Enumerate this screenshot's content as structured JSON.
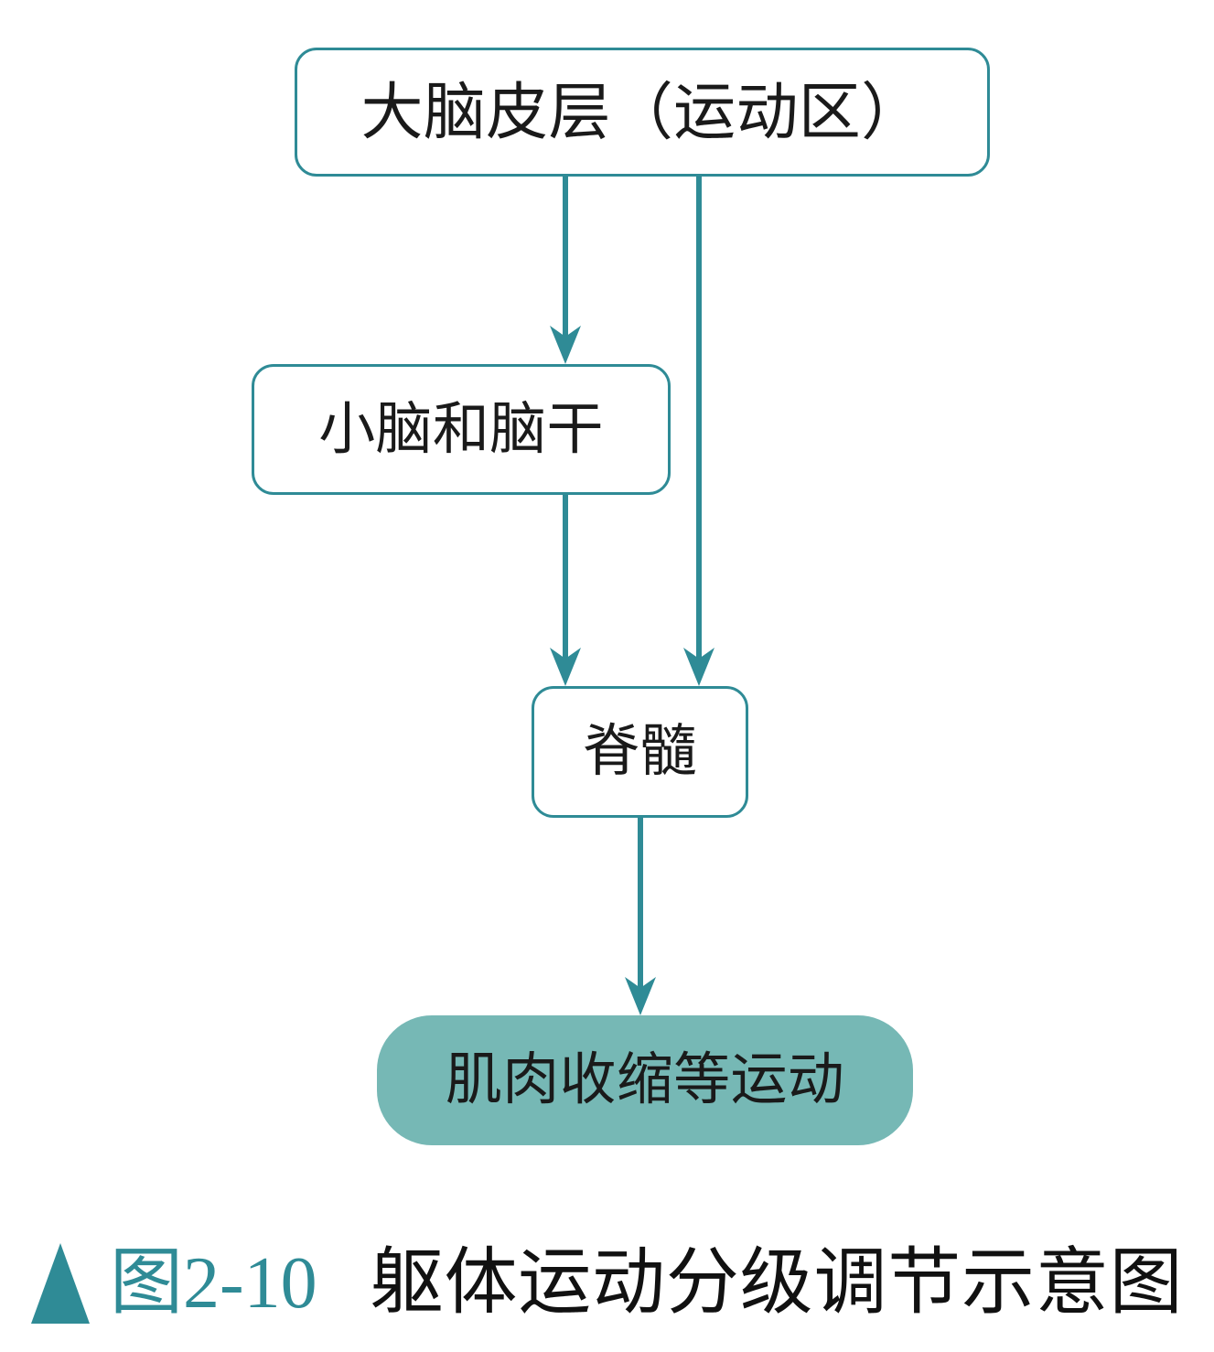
{
  "figure": {
    "accent_color": "#2f8b96",
    "fill_color": "#76b8b5",
    "text_color": "#1a1a1a",
    "background_color": "#ffffff",
    "nodes": [
      {
        "id": "cortex",
        "label": "大脑皮层（运动区）",
        "style": "outline"
      },
      {
        "id": "cerebellum",
        "label": "小脑和脑干",
        "style": "outline"
      },
      {
        "id": "spinal",
        "label": "脊髓",
        "style": "outline"
      },
      {
        "id": "muscle",
        "label": "肌肉收缩等运动",
        "style": "filled"
      }
    ],
    "edges": [
      {
        "from": "cortex",
        "to": "cerebellum",
        "shape": "vertical-arrow"
      },
      {
        "from": "cortex",
        "to": "spinal",
        "shape": "vertical-arrow"
      },
      {
        "from": "cerebellum",
        "to": "spinal",
        "shape": "vertical-arrow"
      },
      {
        "from": "spinal",
        "to": "muscle",
        "shape": "vertical-arrow"
      }
    ],
    "caption": {
      "marker": "triangle-up-icon",
      "figure_number": "图2-10",
      "title": "躯体运动分级调节示意图"
    }
  }
}
